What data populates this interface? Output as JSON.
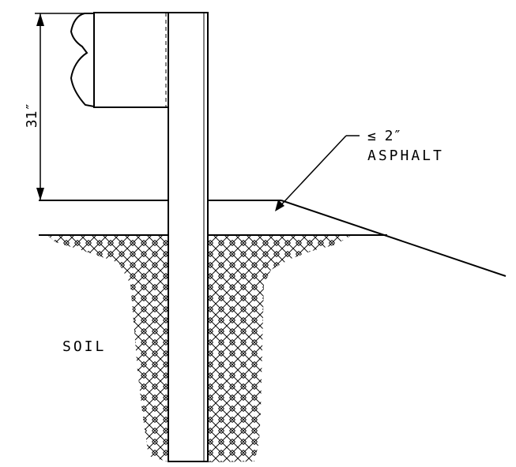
{
  "labels": {
    "dimension": "31″",
    "asphalt_thickness": "≤ 2″",
    "asphalt": "ASPHALT",
    "soil": "SOIL"
  },
  "colors": {
    "line": "#000000",
    "background": "#ffffff"
  }
}
